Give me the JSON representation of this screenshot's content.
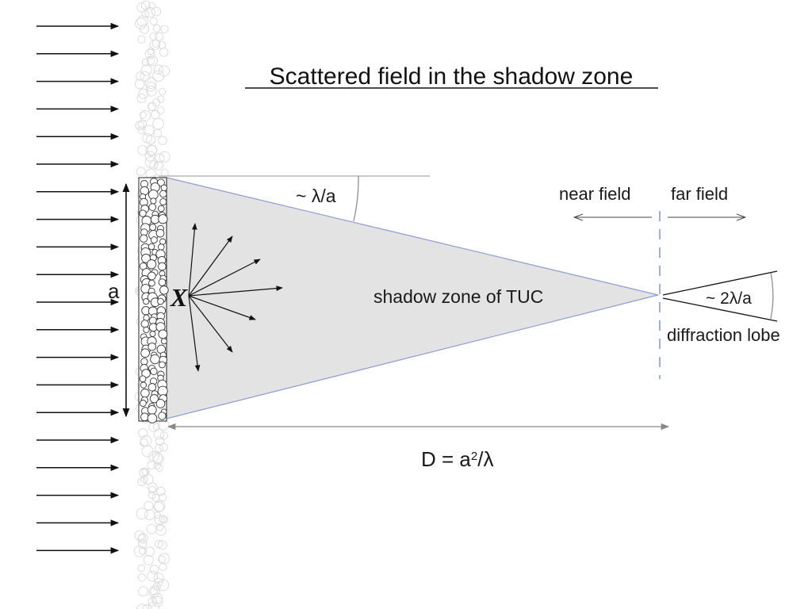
{
  "title": "Scattered field in the shadow zone",
  "labels": {
    "angle_small": "~ λ/a",
    "near_field": "near field",
    "far_field": "far field",
    "aperture": "a",
    "scatterer": "X",
    "shadow_zone": "shadow zone of TUC",
    "angle_lobe": "~ 2λ/a",
    "diffraction_lobe": "diffraction lobe",
    "distance_prefix": "D = a",
    "distance_exp": "2",
    "distance_suffix": "/λ"
  },
  "colors": {
    "shadow_fill": "#e3e3e3",
    "shadow_edge": "#8a9bd0",
    "boundary_dash": "#9aa6d6",
    "arrow": "#111111",
    "guide": "#9a9a9a"
  }
}
